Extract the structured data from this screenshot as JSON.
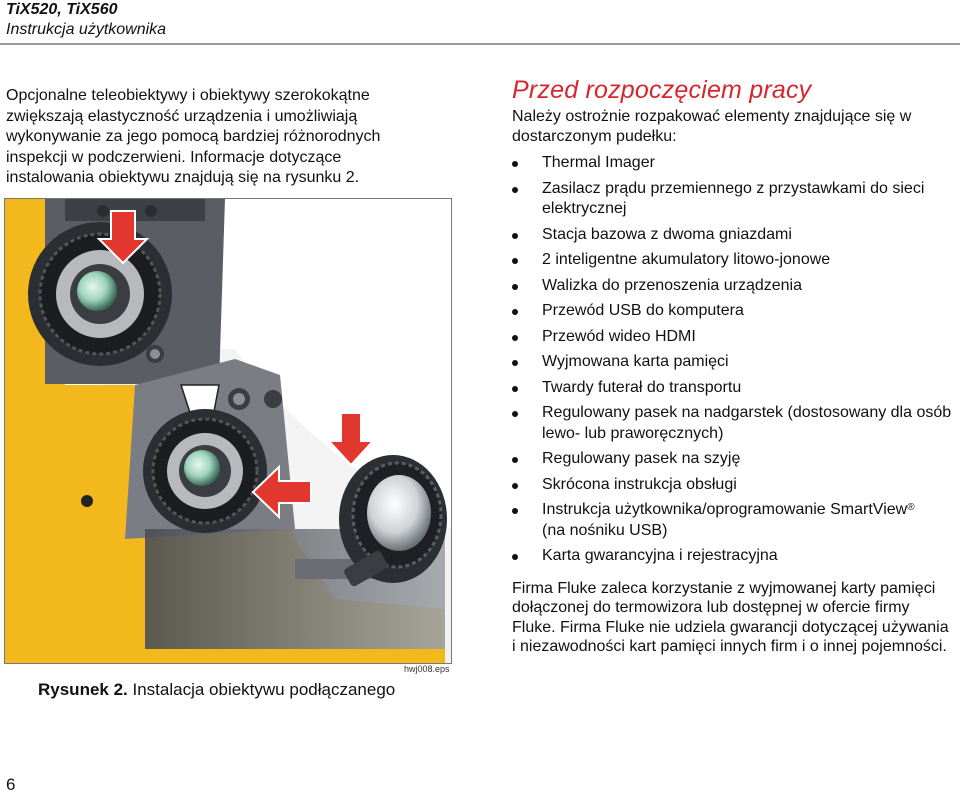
{
  "header": {
    "model": "TiX520, TiX560",
    "doc": "Instrukcja użytkownika"
  },
  "left": {
    "intro": "Opcjonalne teleobiektywy i obiektywy szerokokątne zwiększają elastyczność urządzenia i umożliwiają wykonywanie za jego pomocą bardziej różnorodnych inspekcji w podczerwieni. Informacje dotyczące instalowania obiektywu znajdują się na rysunku 2.",
    "figure_id": "hwj008.eps",
    "caption_label": "Rysunek 2.",
    "caption_text": "Instalacja obiektywu podłączanego"
  },
  "right": {
    "title": "Przed rozpoczęciem pracy",
    "lead": "Należy ostrożnie rozpakować elementy znajdujące się w dostarczonym pudełku:",
    "items": [
      "Thermal Imager",
      "Zasilacz prądu przemiennego z przystawkami do sieci elektrycznej",
      "Stacja bazowa z dwoma gniazdami",
      "2 inteligentne akumulatory litowo-jonowe",
      "Walizka do przenoszenia urządzenia",
      "Przewód USB do komputera",
      "Przewód wideo HDMI",
      "Wyjmowana karta pamięci",
      "Twardy futerał do transportu",
      "Regulowany pasek na nadgarstek (dostosowany dla osób lewo- lub praworęcznych)",
      "Regulowany pasek na szyję",
      "Skrócona instrukcja obsługi",
      "Instrukcja użytkownika/oprogramowanie SmartView",
      "Karta gwarancyjna i rejestracyjna"
    ],
    "item13_suffix": "(na nośniku USB)",
    "reg_mark": "®",
    "note": "Firma Fluke zaleca korzystanie z wyjmowanej karty pamięci dołączonej do termowizora lub dostępnej w ofercie firmy Fluke. Firma Fluke nie udziela gwarancji dotyczącej używania i niezawodności kart pamięci innych firm i o innej pojemności."
  },
  "page_number": "6",
  "colors": {
    "heading_red": "#d7262d",
    "camera_yellow": "#f2b81c",
    "arrow_red": "#e2372f"
  }
}
